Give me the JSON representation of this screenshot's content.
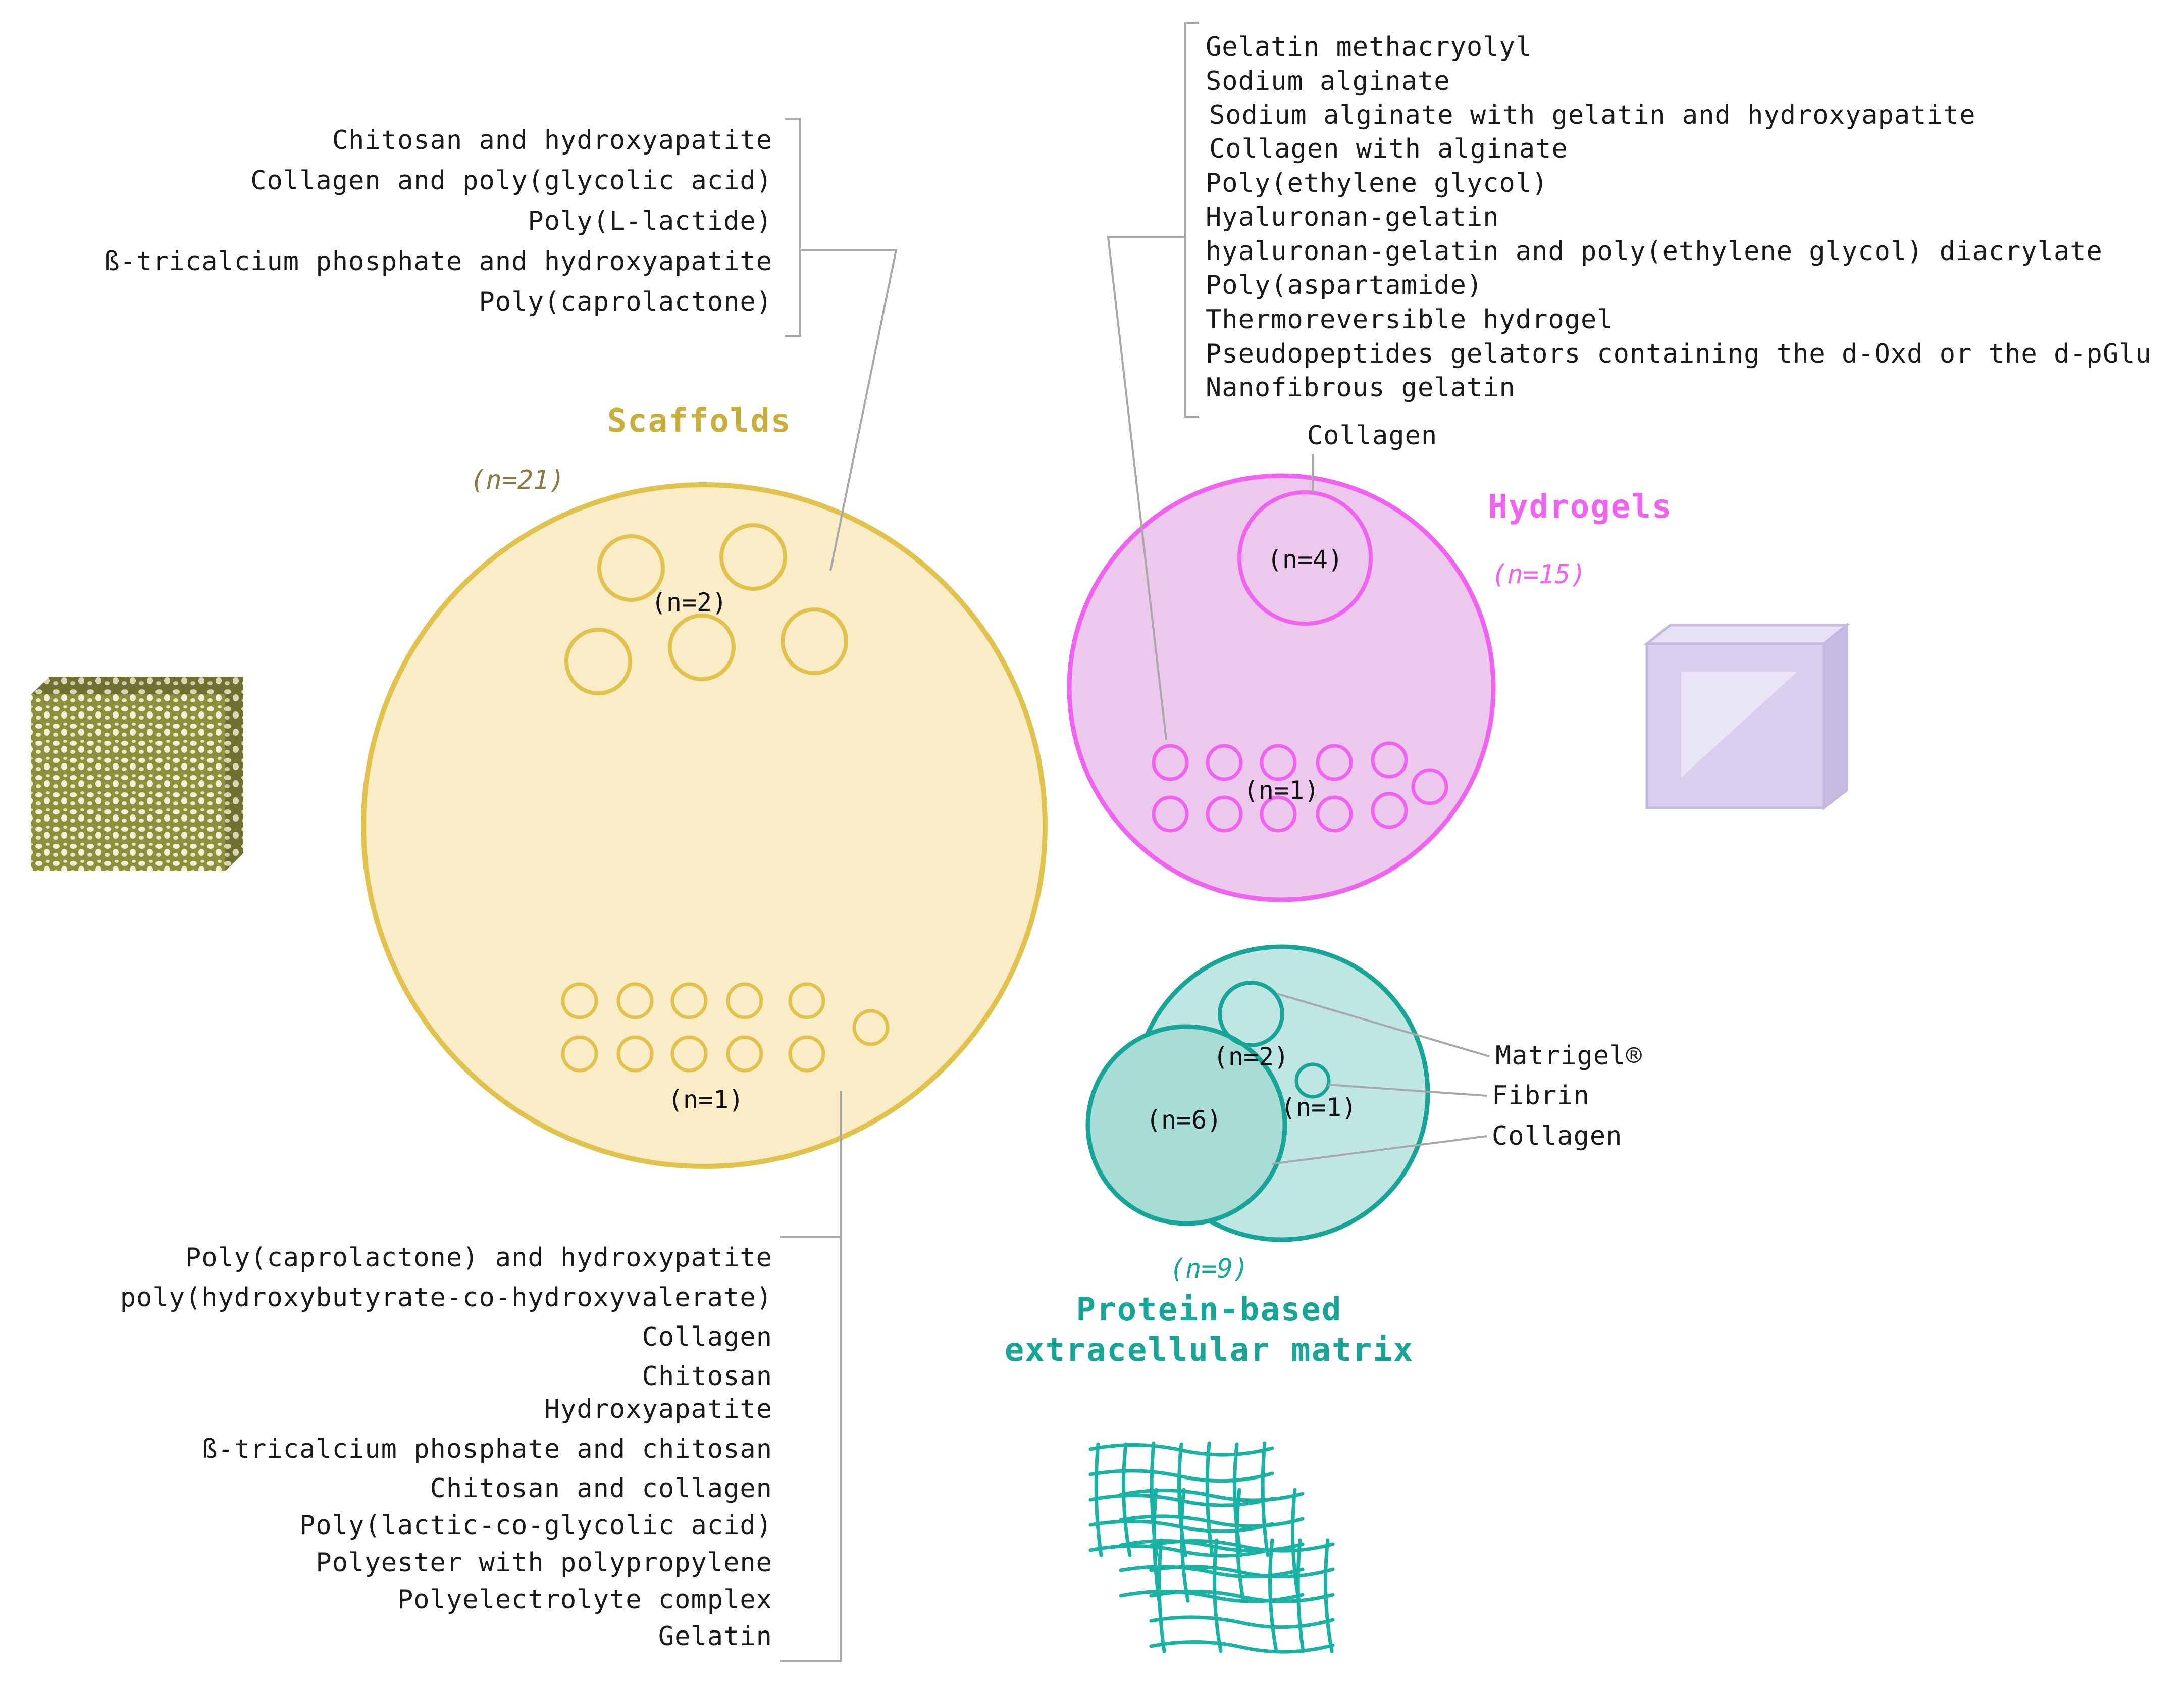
{
  "colors": {
    "scaffold_fill": "#faecc7",
    "scaffold_stroke": "#e0c24c",
    "scaffold_title": "#c9ae3c",
    "scaffold_count": "#8a7a45",
    "hydrogel_fill": "#ecc8ec",
    "hydrogel_stroke": "#f062f0",
    "protein_fill": "#bfe6e3",
    "protein_stroke": "#16a596",
    "connector": "#a8a8a8",
    "text": "#1a1a1a"
  },
  "scaffolds": {
    "title": "Scaffolds",
    "count": "(n=21)",
    "label_n2": "(n=2)",
    "label_n1": "(n=1)",
    "top_list": [
      "Chitosan and hydroxyapatite",
      "Collagen and poly(glycolic acid)",
      "Poly(L-lactide)",
      "ß-tricalcium phosphate and hydroxyapatite",
      "Poly(caprolactone)"
    ],
    "bottom_list": [
      "Poly(caprolactone) and hydroxypatite",
      "poly(hydroxybutyrate-co-hydroxyvalerate)",
      "Collagen",
      "Chitosan",
      "Hydroxyapatite",
      "ß-tricalcium phosphate and chitosan",
      "Chitosan and collagen",
      "Poly(lactic-co-glycolic acid)",
      "Polyester with polypropylene",
      "Polyelectrolyte complex",
      "Gelatin"
    ]
  },
  "hydrogels": {
    "title": "Hydrogels",
    "count": "(n=15)",
    "label_n4": "(n=4)",
    "label_n1": "(n=1)",
    "collagen_label": "Collagen",
    "list": [
      "Gelatin methacryolyl",
      "Sodium alginate",
      "Sodium alginate with gelatin and hydroxyapatite",
      "Collagen with alginate",
      "Poly(ethylene glycol)",
      "Hyaluronan-gelatin",
      "hyaluronan-gelatin and poly(ethylene glycol) diacrylate",
      "Poly(aspartamide)",
      "Thermoreversible hydrogel",
      "Pseudopeptides gelators containing the d-Oxd or the d-pGlu",
      "Nanofibrous gelatin"
    ]
  },
  "protein": {
    "title_line1": "Protein-based",
    "title_line2": "extracellular matrix",
    "count": "(n=9)",
    "label_n2": "(n=2)",
    "label_n6": "(n=6)",
    "label_n1": "(n=1)",
    "legend": [
      "Matrigel®",
      "Fibrin",
      "Collagen"
    ]
  },
  "icons": [
    "porous-scaffold-cube-icon",
    "hydrogel-cube-icon",
    "fiber-mesh-icon"
  ]
}
